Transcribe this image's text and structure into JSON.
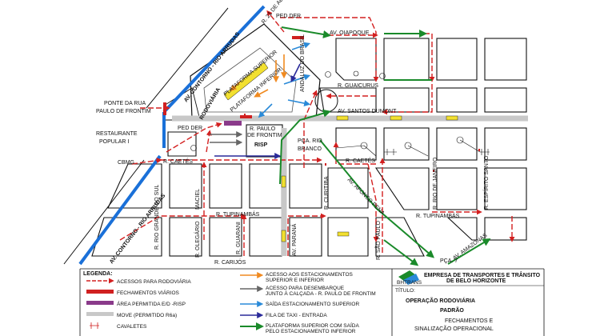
{
  "map": {
    "title_big": "RODOVIÁRIA",
    "colors": {
      "access": "#d32020",
      "closure": "#d02020",
      "permitted": "#8a3a8a",
      "move": "#c8c8c8",
      "parking_access": "#f08a20",
      "drop_off": "#666666",
      "exit_upper": "#2a8ad8",
      "taxi": "#2a2a9a",
      "platform": "#1a8a2a",
      "contorno_blue": "#1a70d8",
      "block": "#111111"
    },
    "streets": {
      "contorno1": "AV. CONTORNO - RIO ARRUDAS",
      "contorno2": "AV. CONTORNO - RIO ARRUDAS",
      "oiapoque": "AV. OIAPOQUE",
      "guaicurus": "R. GUAICURUS",
      "santos_dumont": "AV. SANTOS DUMONT",
      "caetes_left": "R. CAETÉS",
      "caetes_right": "R. CAETÉS",
      "tupinambas_left": "R. TUPINAMBÁS",
      "tupinambas_right": "R. TUPINAMBÁS",
      "carijos": "R. CARIJÓS",
      "rio_grande": "R. RIO GRANDE DO SUL",
      "olegario": "R. OLEGÁRIO",
      "maciel": "MACIEL",
      "guarani": "R. GUARANI",
      "parana": "AV. PARANÁ",
      "curitiba": "R. CURITIBA",
      "afonso_pena": "AV. AFONSO PENA",
      "sao_paulo": "R. SÃO PAULO",
      "rio_janeiro": "R. RIO DE JANEIRO",
      "espirito_santo": "R. ESPÍRITO SANTO",
      "amazonas": "AV. AMAZONAS",
      "ped_der_top": "PED DER",
      "ped_der_left": "PED DER",
      "ponte1": "PONTE DA RUA",
      "ponte2": "PAULO DE FRONTIM",
      "rest1": "RESTAURANTE",
      "rest2": "POPULAR I",
      "cbmg": "CBMG",
      "risp1": "R. PAULO",
      "risp2": "DE FRONTIM",
      "risp3": "RISP",
      "rio_branco1": "PÇA. RIO",
      "rio_branco2": "BRANCO",
      "pca7": "PÇA. 7",
      "plataforma_sup": "PLATAFORMA SUPERIOR",
      "rua_abril": "R. 21 DE ABRIL",
      "sao_paulo_vert": "ANDALUZ DO BRASIL",
      "plataforma_inf": "PLATAFORMA INFERIOR"
    }
  },
  "legend": {
    "heading": "LEGENDA:",
    "items": [
      {
        "text": "ACESSOS PARA RODOVIÁRIA"
      },
      {
        "text": "FECHAMENTOS VIÁRIOS"
      },
      {
        "text": "ÁREA PERMITIDA E/D -RISP"
      },
      {
        "text": "MOVE (PERMITIDO R6a)"
      },
      {
        "text": "CAVALETES"
      }
    ],
    "items2": [
      {
        "line1": "ACESSO AOS ESTACIONAMENTOS",
        "line2": "SUPERIOR E INFERIOR"
      },
      {
        "line1": "ACESSO PARA DESEMBARQUE",
        "line2": "JUNTO À CALÇADA - R. PAULO DE FRONTIM"
      },
      {
        "line1": "SAÍDA ESTACIONAMENTO SUPERIOR",
        "line2": ""
      },
      {
        "line1": "FILA DE TAXI - ENTRADA",
        "line2": ""
      },
      {
        "line1": "PLATAFORMA SUPERIOR COM SAÍDA",
        "line2": "PELO ESTACIONAMENTO INFERIOR"
      }
    ]
  },
  "titleblock": {
    "org1": "EMPRESA DE TRANSPORTES E TRÂNSITO",
    "org2": "DE BELO HORIZONTE",
    "logo_text": "BHTRANS",
    "label": "TÍTULO:",
    "title1": "OPERAÇÃO RODOVIÁRIA",
    "title2": "PADRÃO",
    "sub1": "FECHAMENTOS E",
    "sub2": "SINALIZAÇÃO OPERACIONAL"
  }
}
